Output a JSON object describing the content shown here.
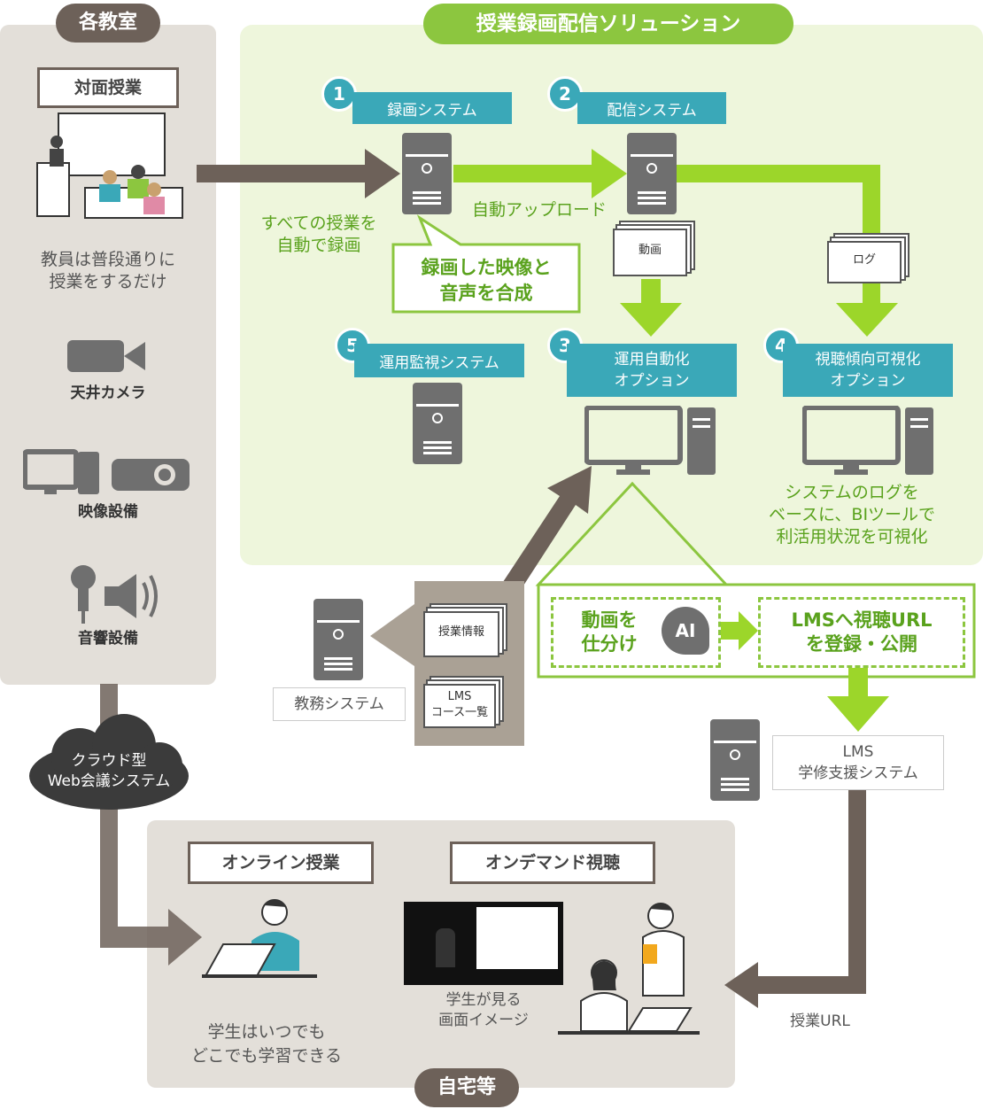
{
  "classroom": {
    "title": "各教室",
    "face_to_face": "対面授業",
    "caption": "教員は普段通りに\n授業をするだけ",
    "camera": "天井カメラ",
    "video_equipment": "映像設備",
    "audio_equipment": "音響設備"
  },
  "solution": {
    "title": "授業録画配信ソリューション",
    "auto_record": "すべての授業を\n自動で録画",
    "auto_upload": "自動アップロード",
    "composite": "録画した映像と\n音声を合成",
    "doc_video": "動画",
    "doc_log": "ログ",
    "systems": [
      {
        "num": "1",
        "label": "録画システム"
      },
      {
        "num": "2",
        "label": "配信システム"
      },
      {
        "num": "3",
        "label": "運用自動化\nオプション"
      },
      {
        "num": "4",
        "label": "視聴傾向可視化\nオプション"
      },
      {
        "num": "5",
        "label": "運用監視システム"
      }
    ],
    "bi_caption": "システムのログを\nベースに、BIツールで\n利活用状況を可視化"
  },
  "automation": {
    "sort_video": "動画を\n仕分け",
    "ai": "AI",
    "register": "LMSへ視聴URL\nを登録・公開"
  },
  "academic": {
    "system": "教務システム",
    "doc_class_info": "授業情報",
    "doc_lms": "LMS\nコース一覧"
  },
  "lms": {
    "label": "LMS\n学修支援システム",
    "class_url": "授業URL"
  },
  "cloud": {
    "label": "クラウド型\nWeb会議システム"
  },
  "home": {
    "title": "自宅等",
    "online": "オンライン授業",
    "on_demand": "オンデマンド視聴",
    "student_caption": "学生はいつでも\nどこでも学習できる",
    "screen_caption": "学生が見る\n画面イメージ"
  },
  "colors": {
    "brown": "#6d6159",
    "green": "#8cc63f",
    "teal": "#3aa8b8",
    "server_gray": "#6f6f6f"
  }
}
